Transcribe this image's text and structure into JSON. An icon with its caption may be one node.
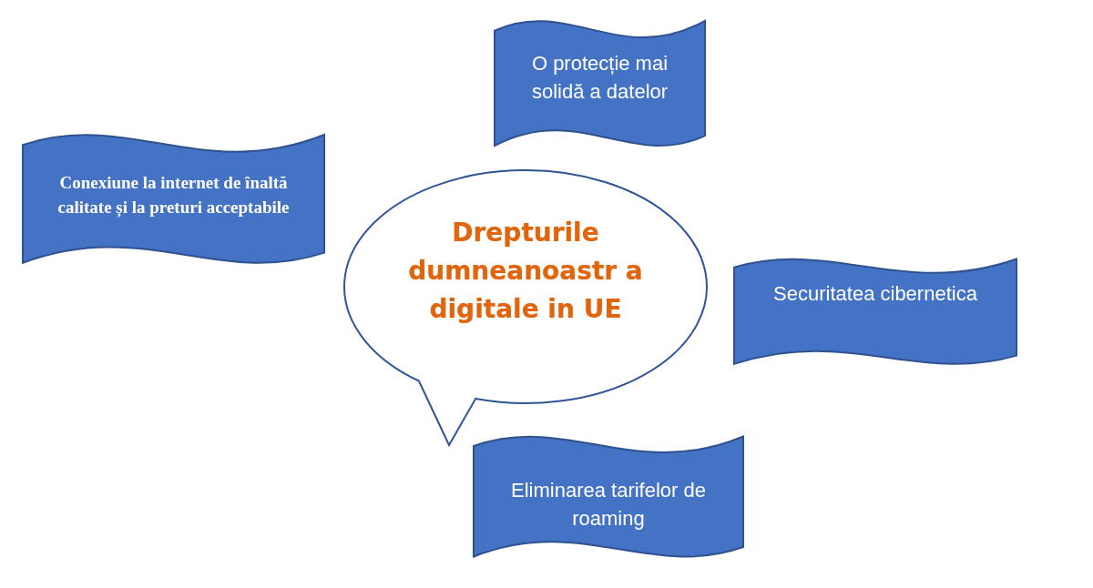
{
  "diagram": {
    "nodes": [
      {
        "text": [
          "Drepturile dumneanoastr a digitale in UE"
        ]
      },
      {
        "text": [
          "O protecție mai solidă a datelor"
        ]
      },
      {
        "text": [
          "Conexiune la internet de înaltă calitate și la preturi acceptabile"
        ]
      },
      {
        "text": [
          "Securitatea cibernetica"
        ]
      },
      {
        "text": [
          "Eliminarea tarifelor de roaming"
        ]
      }
    ]
  }
}
